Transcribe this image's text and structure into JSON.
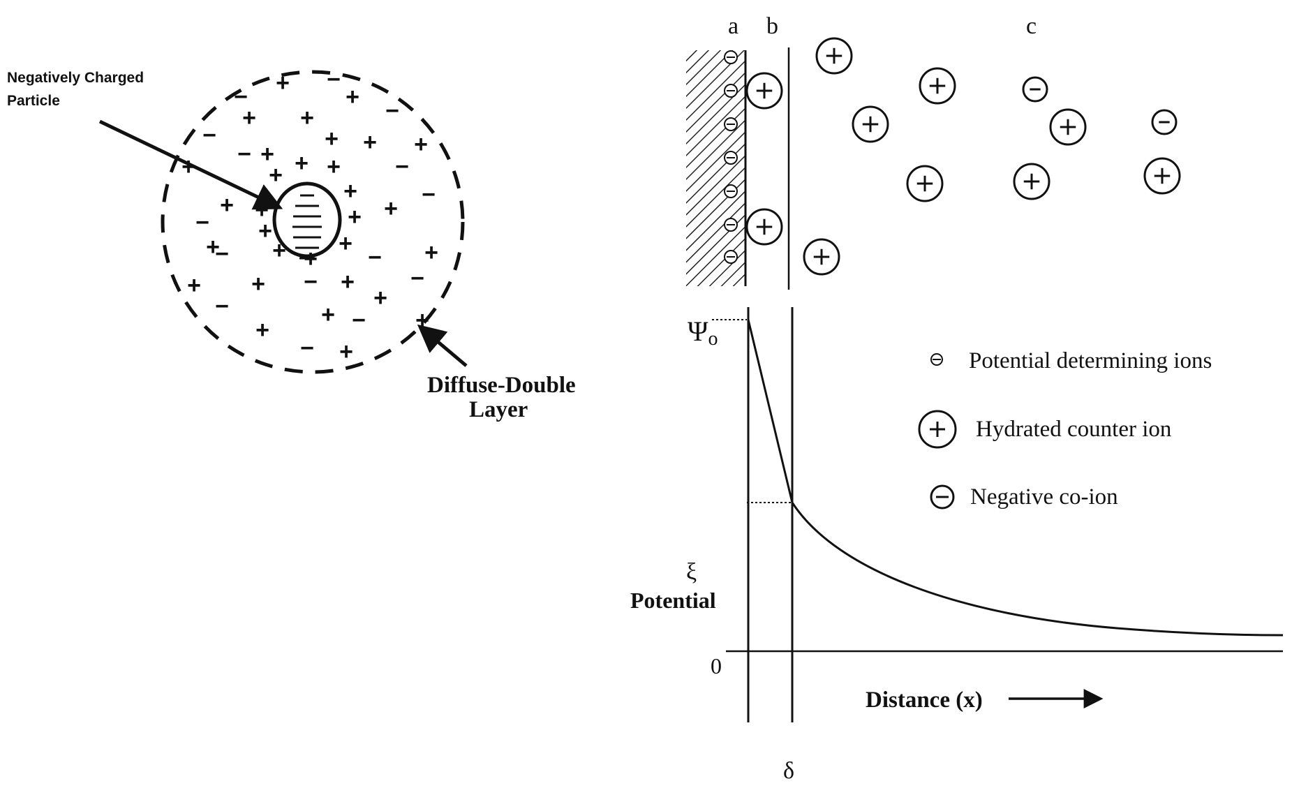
{
  "left_diagram": {
    "particle_label_line1": "Negatively Charged",
    "particle_label_line2": "Particle",
    "layer_label_line1": "Diffuse-Double",
    "layer_label_line2": "Layer",
    "plus_sign": "+",
    "minus_sign": "−"
  },
  "right_diagram": {
    "region_a": "a",
    "region_b": "b",
    "region_c": "c",
    "psi_label": "Ψ",
    "psi_subscript": "o",
    "zeta_symbol": "ξ",
    "potential_label": "Potential",
    "zero_label": "0",
    "distance_label": "Distance (x)",
    "delta_label": "δ",
    "ion_plus": "+",
    "ion_minus": "−"
  },
  "legend": {
    "items": [
      {
        "symbol": "small-minus",
        "label": "Potential determining ions"
      },
      {
        "symbol": "circled-plus",
        "label": "Hydrated counter ion"
      },
      {
        "symbol": "circled-minus",
        "label": "Negative co-ion"
      }
    ]
  }
}
